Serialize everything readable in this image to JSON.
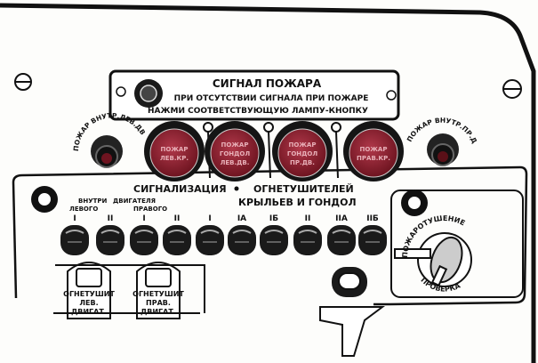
{
  "placard": {
    "title": "СИГНАЛ ПОЖАРА",
    "line1": "ПРИ ОТСУТСТВИИ СИГНАЛА ПРИ ПОЖАРЕ",
    "line2": "НАЖМИ СООТВЕТСТВУЮЩУЮ ЛАМПУ-КНОПКУ"
  },
  "side_lamps": {
    "left": "ПОЖАР ВНУТР.ЛЕВ.ДВ.",
    "right": "ПОЖАР ВНУТР.ПР.ДВ."
  },
  "fire_lamps": [
    {
      "l1": "ПОЖАР",
      "l2": "ЛЕВ.КР."
    },
    {
      "l1": "ПОЖАР",
      "l2": "ГОНДОЛ",
      "l3": "ЛЕВ.ДВ."
    },
    {
      "l1": "ПОЖАР",
      "l2": "ГОНДОЛ",
      "l3": "ПР.ДВ."
    },
    {
      "l1": "ПОЖАР",
      "l2": "ПРАВ.КР."
    }
  ],
  "lamp_color": "#8a1c2a",
  "section": {
    "title_left": "СИГНАЛИЗАЦИЯ",
    "title_right": "ОГНЕТУШИТЕЛЕЙ",
    "subtitle": "КРЫЛЬЕВ И ГОНДОЛ",
    "inside": "ВНУТРИ",
    "engine": "ДВИГАТЕЛЯ",
    "left": "ЛЕВОГО",
    "right": "ПРАВОГО"
  },
  "knob_labels": [
    "I",
    "II",
    "I",
    "II",
    "I",
    "IA",
    "IБ",
    "II",
    "IIA",
    "IIБ"
  ],
  "extinguishers": [
    {
      "l1": "ОГНЕТУШИТ",
      "l2": "ЛЕВ.",
      "l3": "ДВИГАТ."
    },
    {
      "l1": "ОГНЕТУШИТ",
      "l2": "ПРАВ.",
      "l3": "ДВИГАТ."
    }
  ],
  "selector": {
    "top": "ПОЖАРОТУШЕНИЕ",
    "bottom": "ПРОВЕРКА"
  }
}
